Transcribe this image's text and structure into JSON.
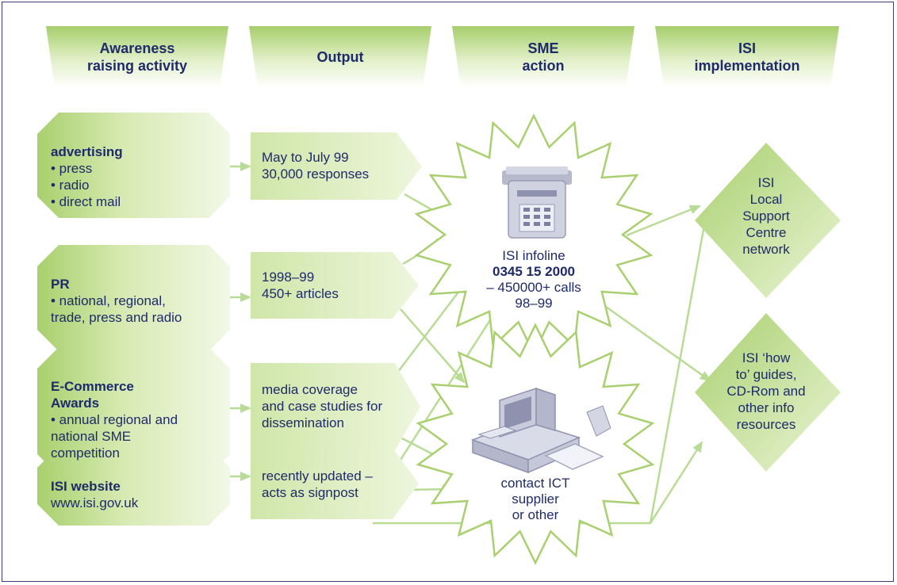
{
  "headers": [
    "Awareness\nraising activity",
    "Output",
    "SME\naction",
    "ISI\nimplementation"
  ],
  "activities": [
    {
      "title": "advertising",
      "body": "• press\n• radio\n• direct mail"
    },
    {
      "title": "PR",
      "body": "• national, regional,\ntrade, press and radio"
    },
    {
      "title": "E-Commerce\nAwards",
      "body": "• annual regional and\nnational SME\ncompetition"
    },
    {
      "title": "ISI website",
      "body": "www.isi.gov.uk"
    }
  ],
  "outputs": [
    "May to July 99\n30,000 responses",
    "1998–99\n450+ articles",
    "media coverage\nand case studies for\ndissemination",
    "recently updated –\nacts as signpost"
  ],
  "sme_actions": {
    "infoline": {
      "label": "ISI infoline",
      "number": "0345 15 2000",
      "detail": "– 450000+ calls",
      "period": "98–99"
    },
    "supplier": {
      "line1": "contact ICT",
      "line2": "supplier",
      "line3": "or other"
    }
  },
  "implementations": [
    "ISI\nLocal\nSupport\nCentre\nnetwork",
    "ISI ‘how\nto’ guides,\nCD-Rom and\nother info\nresources"
  ],
  "colors": {
    "green_dark": "#a9cf6e",
    "green_light": "#eef6dd",
    "text": "#1f2a6b",
    "arrow": "#b8dc96",
    "border": "#3a3f7a"
  },
  "icons": [
    "phone-fax-icon",
    "computer-icon"
  ]
}
